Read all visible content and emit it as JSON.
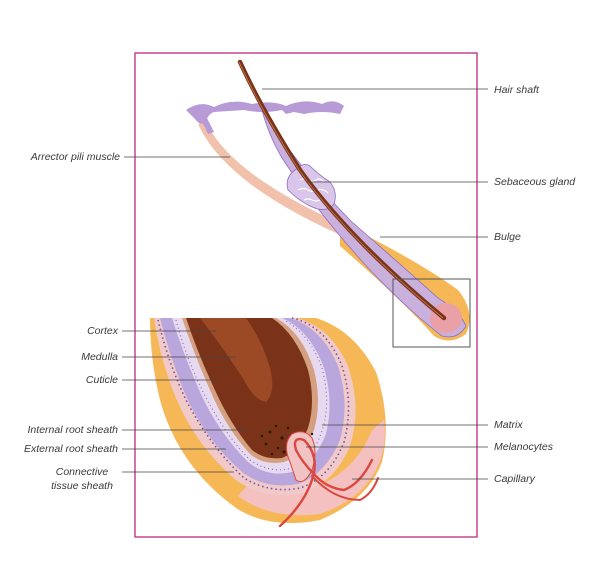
{
  "labels": {
    "hair_shaft": "Hair shaft",
    "arrector_pili_muscle": "Arrector pili muscle",
    "sebaceous_gland": "Sebaceous gland",
    "bulge": "Bulge",
    "cortex": "Cortex",
    "medulla": "Medulla",
    "cuticle": "Cuticle",
    "internal_root_sheath": "Internal root sheath",
    "external_root_sheath": "External root sheath",
    "connective_tissue_sheath_line1": "Connective",
    "connective_tissue_sheath_line2": "tissue sheath",
    "matrix": "Matrix",
    "melanocytes": "Melanocytes",
    "capillary": "Capillary"
  },
  "colors": {
    "frame": "#c2378f",
    "hair": "#7a3318",
    "epidermis": "#b79ad6",
    "sebaceous": "#c9b0dd",
    "muscle": "#eeb69e",
    "fat": "#f6b857",
    "bulb_pink": "#f4c0c0",
    "capillary": "#d9473e"
  }
}
